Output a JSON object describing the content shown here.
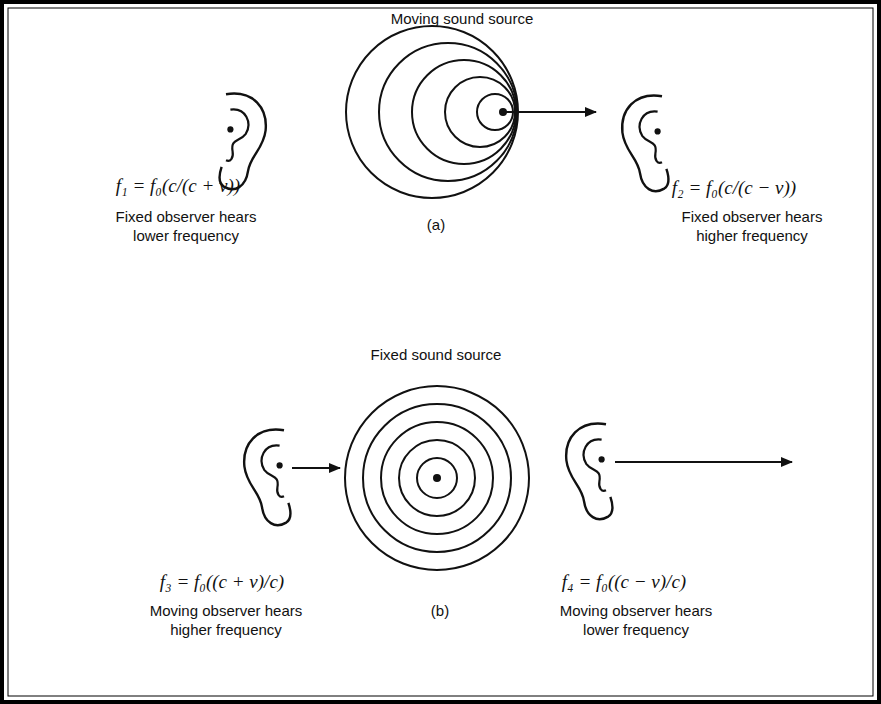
{
  "diagram": {
    "labels": [
      "Moving sound source",
      "f₁ = f₀(c/(c + v))",
      "Fixed observer hears lower frequency",
      "(a)",
      "f₂ = f₀(c/(c − v))",
      "Fixed observer hears higher frequency",
      "Fixed sound source",
      "f₃ = f₀((c + v)/c)",
      "Moving observer hears higher frequency",
      "(b)",
      "f₄ = f₀((c − v)/c)",
      "Moving observer hears lower frequency"
    ]
  }
}
